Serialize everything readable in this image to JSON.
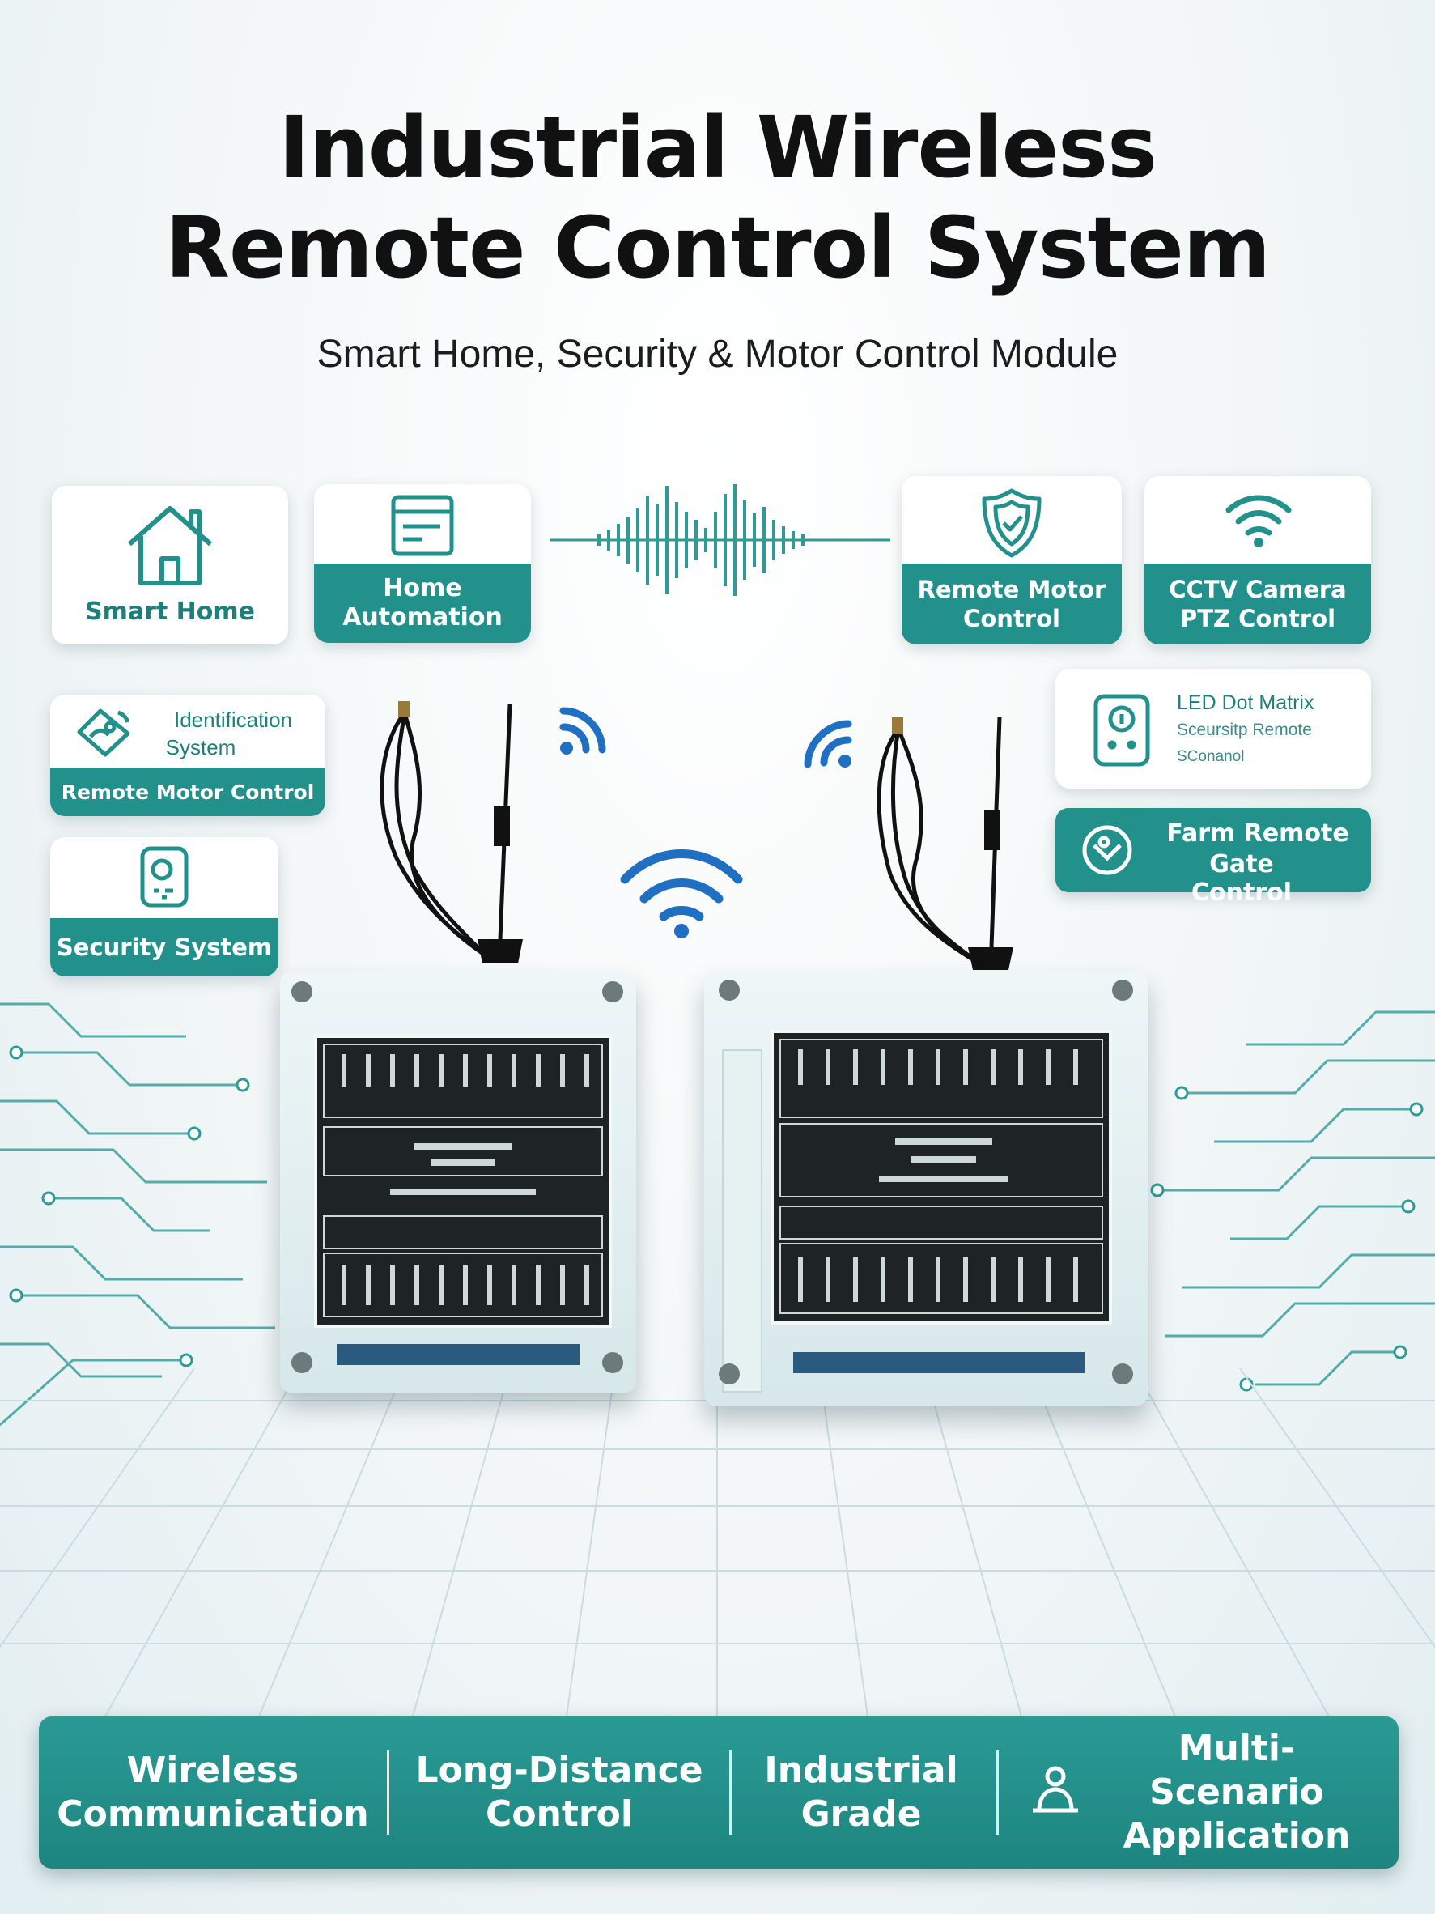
{
  "header": {
    "title_line1": "Industrial Wireless",
    "title_line2": "Remote Control System",
    "subtitle": "Smart Home, Security & Motor Control Module"
  },
  "cards": {
    "smart_home": "Smart Home",
    "home_automation_1": "Home",
    "home_automation_2": "Automation",
    "remote_motor_1": "Remote Motor",
    "remote_motor_2": "Control",
    "cctv_1": "CCTV Camera",
    "cctv_2": "PTZ Control",
    "identification_1": "Identification",
    "identification_2": "System",
    "identification_band": "Remote Motor Control",
    "security_system": "Security System",
    "led_1": "LED Dot Matrix",
    "led_2": "Sceursitp Remote",
    "led_3": "SConanol",
    "farm_1": "Farm Remote",
    "farm_2": "Gate Control"
  },
  "features": [
    {
      "line1": "Wireless",
      "line2": "Communication"
    },
    {
      "line1": "Long-Distance",
      "line2": "Control"
    },
    {
      "line1": "Industrial",
      "line2": "Grade"
    },
    {
      "line1": "Multi-Scenario",
      "line2": "Application"
    }
  ],
  "colors": {
    "accent": "#22918c",
    "wifi_blue": "#1f6fc2",
    "text": "#111111"
  },
  "icons": [
    "house-icon",
    "browser-window-icon",
    "shield-icon",
    "wifi-icon",
    "hand-id-icon",
    "doorbell-icon",
    "remote-icon",
    "gate-icon",
    "people-icon"
  ]
}
